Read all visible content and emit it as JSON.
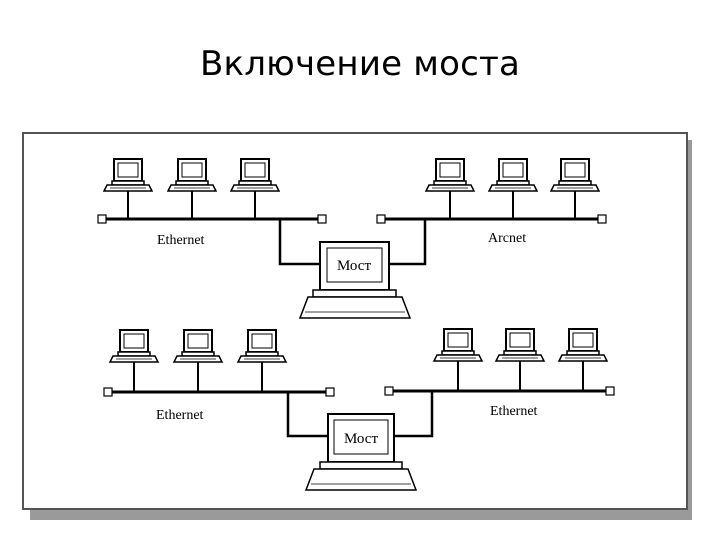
{
  "slide": {
    "title": "Включение моста"
  },
  "diagram": {
    "top_left_segment": "Ethernet",
    "top_right_segment": "Arcnet",
    "top_bridge": "Мост",
    "bottom_left_segment": "Ethernet",
    "bottom_right_segment": "Ethernet",
    "bottom_bridge": "Мост"
  }
}
